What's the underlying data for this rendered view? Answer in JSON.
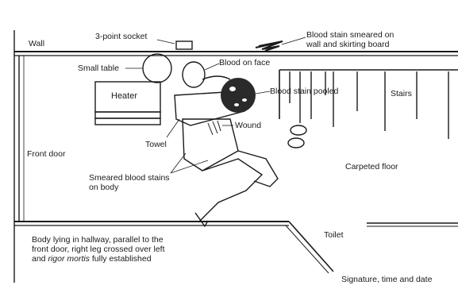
{
  "labels": {
    "wall": "Wall",
    "socket": "3-point socket",
    "blood_wall_1": "Blood stain smeared on",
    "blood_wall_2": "wall and skirting board",
    "small_table": "Small table",
    "blood_face": "Blood on face",
    "stairs": "Stairs",
    "heater": "Heater",
    "blood_pooled": "Blood stain pooled",
    "wound": "Wound",
    "towel": "Towel",
    "front_door": "Front door",
    "carpeted_floor": "Carpeted floor",
    "smeared_1": "Smeared blood stains",
    "smeared_2": "on body",
    "toilet": "Toilet",
    "caption_1": "Body lying in hallway, parallel to the",
    "caption_2": "front door, right leg crossed over left",
    "caption_3a": "and ",
    "caption_3b": "rigor mortis",
    "caption_3c": " fully established",
    "signature": "Signature, time and date"
  },
  "colors": {
    "ink": "#1a1a1a",
    "background": "#ffffff"
  }
}
